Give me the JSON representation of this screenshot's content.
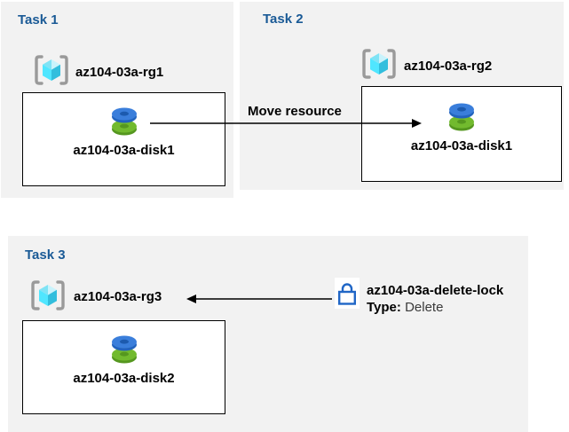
{
  "diagram": {
    "tasks": [
      {
        "title": "Task 1",
        "resource_group": "az104-03a-rg1",
        "resource": "az104-03a-disk1"
      },
      {
        "title": "Task 2",
        "resource_group": "az104-03a-rg2",
        "resource": "az104-03a-disk1"
      },
      {
        "title": "Task 3",
        "resource_group": "az104-03a-rg3",
        "resource": "az104-03a-disk2"
      }
    ],
    "move_arrow": {
      "label": "Move resource"
    },
    "lock": {
      "name": "az104-03a-delete-lock",
      "type_label": "Type:",
      "type_value": "Delete"
    },
    "colors": {
      "panel_background": "#f2f2f2",
      "task_title_blue": "#1a5a96",
      "label_text": "#000000",
      "box_border": "#000000",
      "lock_outline_blue": "#2066c6",
      "disk_blue_top": "#3a7edb",
      "disk_blue_side": "#2263bd",
      "disk_blue_hole": "#1c5aae",
      "disk_green_top": "#72ba2e",
      "disk_green_side": "#55971f",
      "cube_left_face": "#50e6ff",
      "cube_right_face": "#32bedd",
      "cube_top_light": "#c9f3fc",
      "cube_top_mid": "#7fe3f5",
      "bracket_gray": "#9a9a9a",
      "arrow_black": "#000000"
    }
  }
}
